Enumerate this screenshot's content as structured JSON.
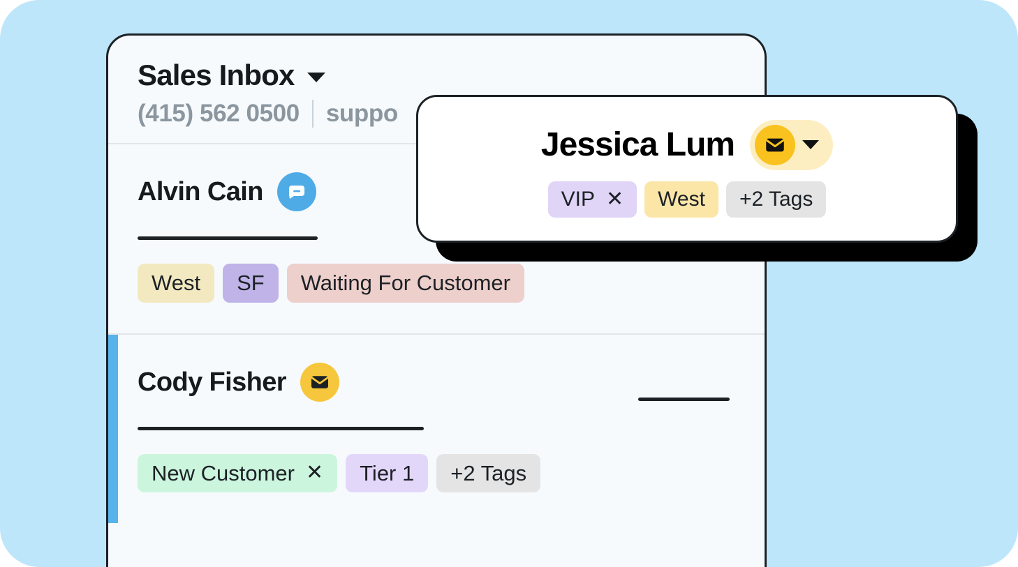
{
  "colors": {
    "canvas_background": "#bde6fb",
    "panel_background": "#f6fafd",
    "panel_border": "#1c2126",
    "accent_bar": "#57b4ea",
    "card_background": "#ffffff",
    "card_shadow": "#000000",
    "mail_badge": "#f6c63c",
    "chat_badge": "#4fabe6",
    "mail_pill_background": "#fdeec2",
    "divider": "#e2e6ea",
    "muted_text": "#8b969f"
  },
  "inbox": {
    "title": "Sales Inbox",
    "title_caret_icon": "chevron-down-icon",
    "phone": "(415) 562 0500",
    "email": "suppo",
    "conversations": [
      {
        "name": "Alvin Cain",
        "status_icon": "chat-bubble-icon",
        "selected": false,
        "tags": [
          {
            "label": "West",
            "color": "#f2e9c0",
            "removable": false
          },
          {
            "label": "SF",
            "color": "#bfb3e8",
            "removable": false
          },
          {
            "label": "Waiting For Customer",
            "color": "#edcfcb",
            "removable": false
          }
        ]
      },
      {
        "name": "Cody Fisher",
        "status_icon": "envelope-icon",
        "selected": true,
        "tags": [
          {
            "label": "New Customer",
            "color": "#ccf5dd",
            "removable": true,
            "remove_glyph": "✕"
          },
          {
            "label": "Tier 1",
            "color": "#e3d7f9",
            "removable": false
          },
          {
            "label": "+2 Tags",
            "color": "#e4e4e4",
            "removable": false
          }
        ]
      }
    ]
  },
  "contact_card": {
    "name": "Jessica Lum",
    "channel_icon": "envelope-icon",
    "channel_caret_icon": "chevron-down-icon",
    "tags": [
      {
        "label": "VIP",
        "color": "#e0d4f7",
        "removable": true,
        "remove_glyph": "✕"
      },
      {
        "label": "West",
        "color": "#fbe6a8",
        "removable": false
      },
      {
        "label": "+2 Tags",
        "color": "#e4e4e4",
        "removable": false
      }
    ]
  }
}
